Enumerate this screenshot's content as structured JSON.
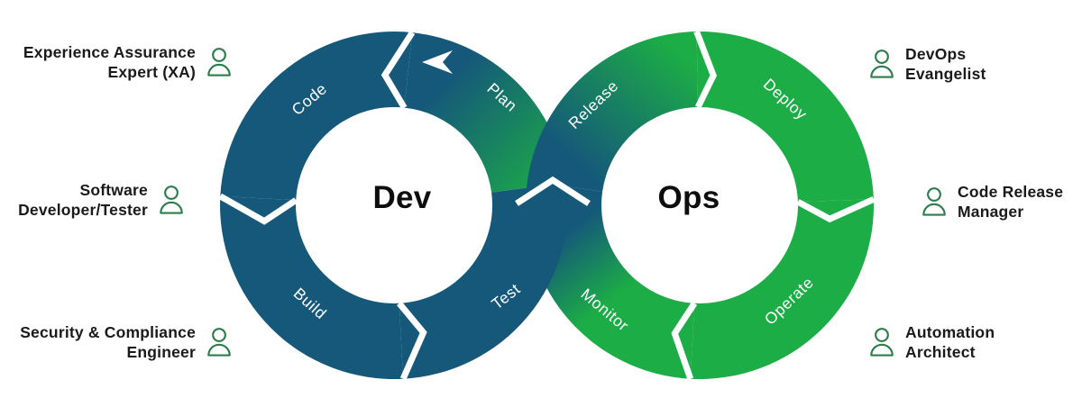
{
  "diagram": {
    "dev_label": "Dev",
    "ops_label": "Ops",
    "dev_segments": {
      "plan": "Plan",
      "code": "Code",
      "build": "Build",
      "test": "Test"
    },
    "ops_segments": {
      "release": "Release",
      "deploy": "Deploy",
      "operate": "Operate",
      "monitor": "Monitor"
    },
    "colors": {
      "dev_blue": "#15587A",
      "ops_green": "#1CAD46",
      "icon_green": "#2D7D4B",
      "divider_white": "#FFFFFF",
      "text_dark": "#1A1A1A"
    }
  },
  "roles": {
    "left": [
      {
        "line1": "Experience Assurance",
        "line2": "Expert (XA)"
      },
      {
        "line1": "Software",
        "line2": "Developer/Tester"
      },
      {
        "line1": "Security & Compliance",
        "line2": "Engineer"
      }
    ],
    "right": [
      {
        "line1": "DevOps",
        "line2": "Evangelist"
      },
      {
        "line1": "Code Release",
        "line2": "Manager"
      },
      {
        "line1": "Automation",
        "line2": "Architect"
      }
    ]
  }
}
